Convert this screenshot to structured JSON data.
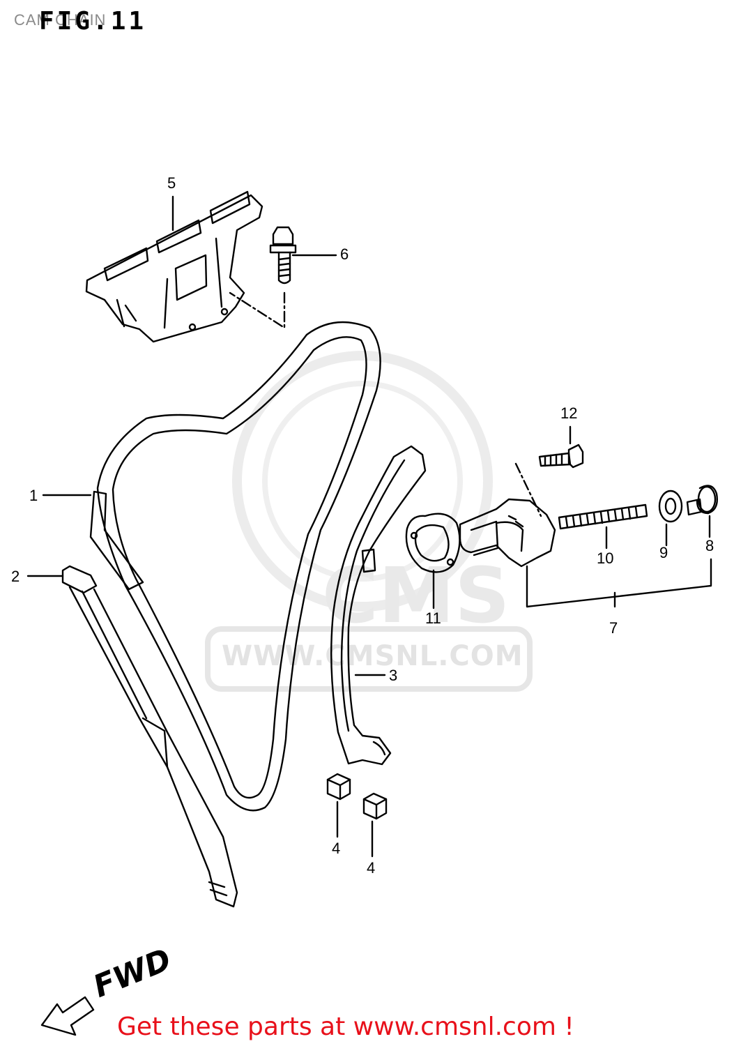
{
  "figure": {
    "caption": "CAM CHAIN",
    "number": "FIG.11"
  },
  "callouts": [
    {
      "id": "1"
    },
    {
      "id": "2"
    },
    {
      "id": "3"
    },
    {
      "id": "4"
    },
    {
      "id": "4b"
    },
    {
      "id": "5"
    },
    {
      "id": "6"
    },
    {
      "id": "7"
    },
    {
      "id": "8"
    },
    {
      "id": "9"
    },
    {
      "id": "10"
    },
    {
      "id": "11"
    },
    {
      "id": "12"
    }
  ],
  "labels": {
    "c1": "1",
    "c2": "2",
    "c3": "3",
    "c4a": "4",
    "c4b": "4",
    "c5": "5",
    "c6": "6",
    "c7": "7",
    "c8": "8",
    "c9": "9",
    "c10": "10",
    "c11": "11",
    "c12": "12"
  },
  "direction": {
    "label": "FWD"
  },
  "watermark": {
    "logo": "CMS",
    "url": "WWW.CMSNL.COM"
  },
  "footer": {
    "text": "Get these parts at www.cmsnl.com !",
    "color": "#e8101a"
  },
  "colors": {
    "line": "#000000",
    "watermark": "#dddddd",
    "caption": "#8a8a8a"
  }
}
